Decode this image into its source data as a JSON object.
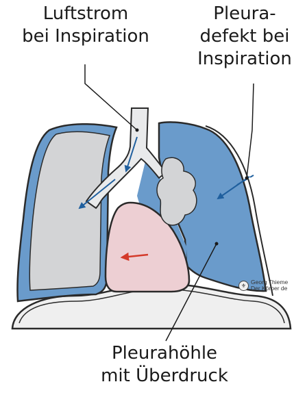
{
  "labels": {
    "airflow": [
      "Luftstrom",
      "bei Inspiration"
    ],
    "defect": [
      "Pleura-",
      "defekt bei",
      "Inspiration"
    ],
    "cavity": [
      "Pleurahöhle",
      "mit Überdruck"
    ]
  },
  "watermark": {
    "line1": "Georg Thieme",
    "line2": "Der Körper de"
  },
  "colors": {
    "collapsed_lung": "#d3d4d6",
    "lung_outline_blue": "#5d8cbc",
    "inflated_lung": "#6a9bcb",
    "pleural_cavity": "#edcfd3",
    "trachea": "#e9eaeb",
    "airflow_arrow": "#1f5f9e",
    "pressure_arrow": "#d43a2a",
    "diaphragm": "#efefef"
  },
  "icons": {
    "airflow_arrow": "arrow-icon",
    "pressure_arrow": "arrow-icon"
  }
}
